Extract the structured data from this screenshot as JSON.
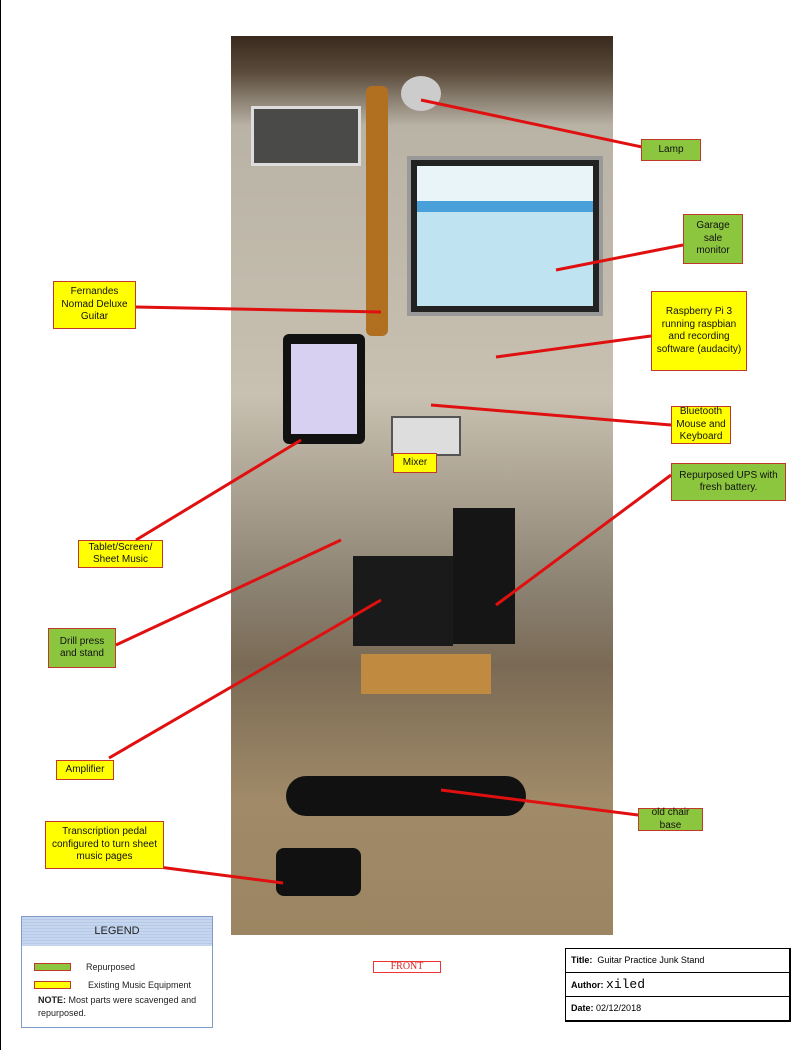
{
  "callouts": {
    "lamp": "Lamp",
    "monitor": "Garage sale monitor",
    "raspberry": "Raspberry Pi 3 running raspbian and recording software (audacity)",
    "bluetooth": "Bluetooth Mouse and Keyboard",
    "ups": "Repurposed UPS with fresh battery.",
    "guitar": "Fernandes Nomad Deluxe Guitar",
    "mixer": "Mixer",
    "tablet": "Tablet/Screen/ Sheet Music",
    "drill": "Drill press and stand",
    "amplifier": "Amplifier",
    "chair": "old chair base",
    "pedal": "Transcription pedal configured to turn sheet music pages"
  },
  "legend": {
    "title": "LEGEND",
    "repurposed": "Repurposed",
    "existing": "Existing Music Equipment",
    "note_label": "NOTE:",
    "note": "Most parts were scavenged and repurposed."
  },
  "front": "FRONT",
  "title_block": {
    "title_label": "Title:",
    "title": "Guitar Practice Junk Stand",
    "author_label": "Author:",
    "author": "xiled",
    "date_label": "Date:",
    "date": "02/12/2018"
  },
  "colors": {
    "repurposed": "#8cc63f",
    "existing": "#ffff00",
    "line": "#e01010"
  }
}
